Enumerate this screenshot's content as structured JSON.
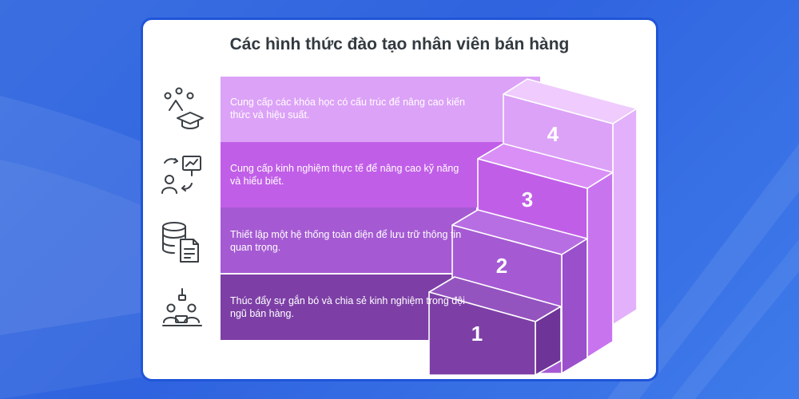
{
  "title": "Các hình thức đào tạo nhân viên bán hàng",
  "colors": {
    "background": "#3468e2",
    "card_border": "#1f55d8",
    "band_1": "#7d3fa6",
    "band_2": "#a55ad3",
    "band_3": "#c15ee8",
    "band_4": "#dca2f7"
  },
  "steps": [
    {
      "number": "4",
      "text": "Cung cấp các khóa học có cấu trúc để nâng cao kiến thức và hiệu suất.",
      "icon": "people-graduation-icon"
    },
    {
      "number": "3",
      "text": "Cung cấp kinh nghiệm thực tế để nâng cao kỹ năng và hiểu biết.",
      "icon": "presenter-chart-icon"
    },
    {
      "number": "2",
      "text": "Thiết lập một hệ thống toàn diện để lưu trữ thông tin quan trọng.",
      "icon": "database-document-icon"
    },
    {
      "number": "1",
      "text": "Thúc đẩy sự gắn bó và chia sẻ kinh nghiệm trong đội ngũ bán hàng.",
      "icon": "team-collaboration-icon"
    }
  ]
}
